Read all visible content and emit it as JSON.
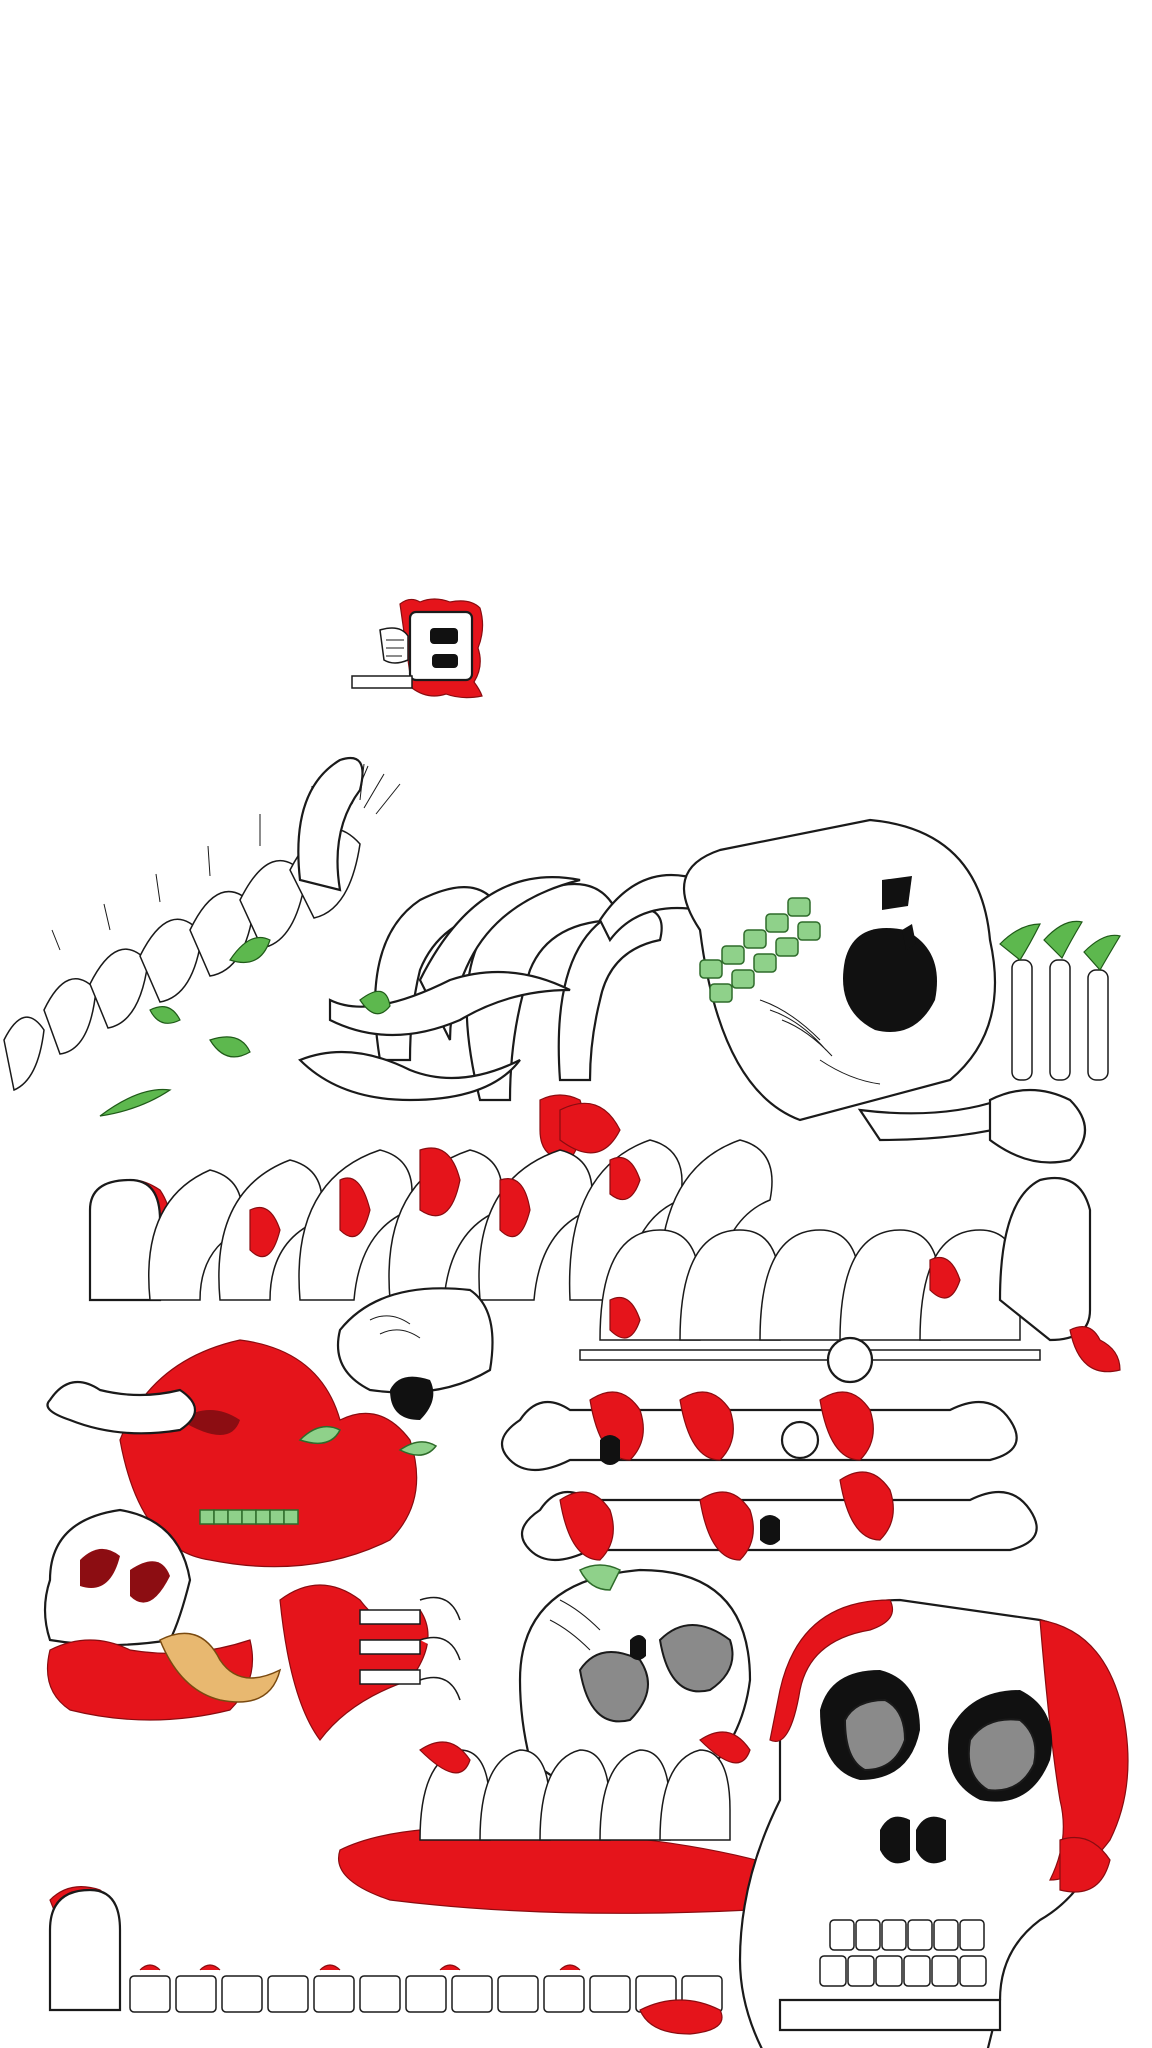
{
  "artwork": {
    "palette": {
      "background": "#ffffff",
      "outline": "#1a1a1a",
      "blood": "#e5141b",
      "blood_dark": "#8c0d12",
      "teeth_green": "#8fd18a",
      "claw_green": "#5db84e",
      "socket_grey": "#8a8a8a",
      "tongue_tan": "#e8b870"
    },
    "elements": [
      "small-bloody-skull",
      "spine-column",
      "tentacle-bones-mass",
      "big-skull-green-teeth",
      "clawed-hand",
      "rib-arches",
      "bloody-pelvis-mass",
      "bone-rack",
      "bloody-jaw-skull",
      "grey-eye-skull",
      "giant-bloody-skull",
      "bottom-vertebrae-row"
    ]
  }
}
